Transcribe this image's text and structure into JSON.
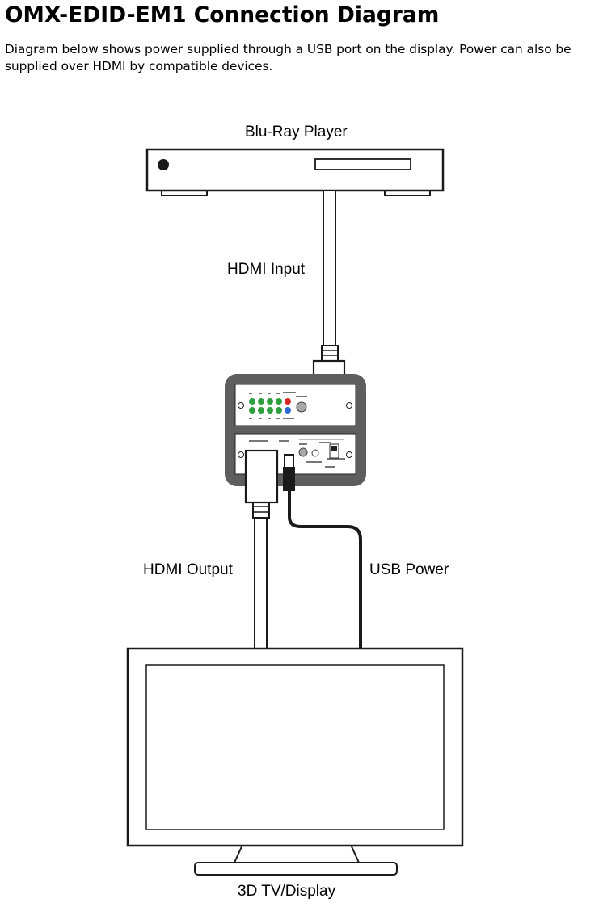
{
  "page": {
    "title": "OMX-EDID-EM1 Connection Diagram",
    "description": "Diagram below shows power supplied through a USB port on the display. Power can also be supplied over HDMI by compatible devices."
  },
  "diagram": {
    "source_label": "Blu-Ray Player",
    "input_label": "HDMI Input",
    "output_label": "HDMI Output",
    "power_label": "USB Power",
    "display_label": "3D TV/Display"
  },
  "colors": {
    "line": "#1a1a1a",
    "device_frame": "#5e5e5e",
    "indicator_led": "#2e9e3e",
    "red_led": "#d9262a",
    "blue_led": "#2a6ad6",
    "button_grey": "#a8a8a8"
  }
}
